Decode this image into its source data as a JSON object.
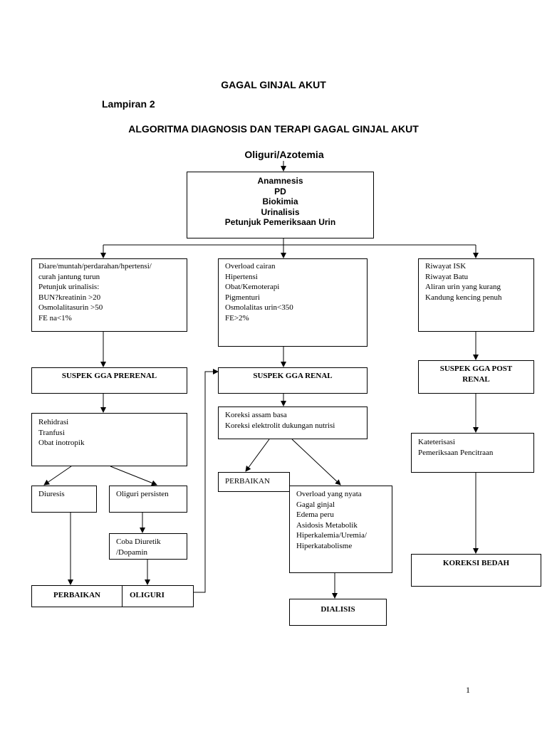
{
  "header": {
    "title": "GAGAL GINJAL AKUT",
    "lampiran": "Lampiran 2",
    "algoritma": "ALGORITMA  DIAGNOSIS DAN TERAPI GAGAL GINJAL AKUT",
    "start": "Oliguri/Azotemia"
  },
  "nodes": {
    "anamnesis": [
      "Anamnesis",
      "PD",
      "Biokimia",
      "Urinalisis",
      "Petunjuk Pemeriksaan Urin"
    ],
    "prerenal_criteria": [
      "Diare/muntah/perdarahan/hpertensi/",
      "curah jantung turun",
      "Petunjuk urinalisis:",
      "BUN?kreatinin >20",
      "Osmolalitasurin >50",
      "FE na<1%"
    ],
    "renal_criteria": [
      "Overload cairan",
      "Hipertensi",
      "Obat/Kemoterapi",
      "Pigmenturi",
      "Osmolalitas urin<350",
      "FE>2%"
    ],
    "postrenal_criteria": [
      "Riwayat ISK",
      "Riwayat Batu",
      "Aliran urin yang kurang",
      "Kandung kencing penuh"
    ],
    "suspek_prerenal": "SUSPEK GGA PRERENAL",
    "suspek_renal": "SUSPEK GGA RENAL",
    "suspek_postrenal": [
      "SUSPEK GGA POST",
      "RENAL"
    ],
    "prerenal_therapy": [
      "Rehidrasi",
      "Tranfusi",
      "Obat inotropik"
    ],
    "renal_therapy": [
      "Koreksi assam basa",
      "Koreksi elektrolit dukungan nutrisi"
    ],
    "postrenal_therapy": [
      "Kateterisasi",
      "Pemeriksaan Pencitraan"
    ],
    "diuresis": "Diuresis",
    "oliguri_persisten": "Oliguri persisten",
    "coba_diuretik": [
      "Coba  Diuretik",
      "/Dopamin"
    ],
    "perbaikan_prerenal": "PERBAIKAN",
    "oliguri": "OLIGURI",
    "perbaikan_renal": "PERBAIKAN",
    "renal_severe": [
      "Overload yang nyata",
      "Gagal ginjal",
      "Edema peru",
      "Asidosis Metabolik",
      "Hiperkalemia/Uremia/",
      "Hiperkatabolisme"
    ],
    "dialisis": "DIALISIS",
    "koreksi_bedah": "KOREKSI BEDAH"
  },
  "footer": {
    "page_number": "1"
  }
}
